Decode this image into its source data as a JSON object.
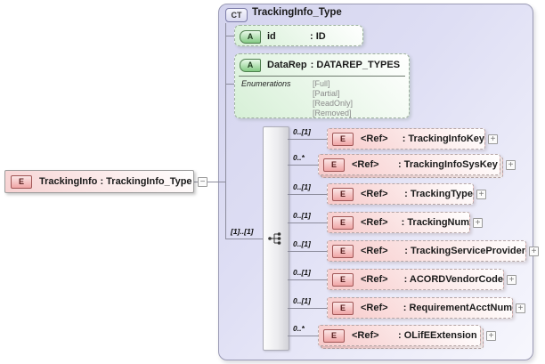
{
  "diagram": {
    "icons": {
      "collapse": "−",
      "expand": "+",
      "element_badge": "E",
      "attribute_badge": "A",
      "complex_type_badge": "CT"
    },
    "colors": {
      "panel_lavender": "#d4d4ee",
      "element_pink": "#f7caca",
      "attribute_green": "#d7f0d7",
      "element_badge_border": "#a05656",
      "attribute_badge_border": "#4e7e4e"
    },
    "root_element": {
      "label": "TrackingInfo : TrackingInfo_Type"
    },
    "complex_type": {
      "title": "TrackingInfo_Type",
      "attributes": [
        {
          "name": "id",
          "type_label": ": ID"
        },
        {
          "name": "DataRep",
          "type_label": ": DATAREP_TYPES",
          "enum_label": "Enumerations",
          "enumerations": [
            "[Full]",
            "[Partial]",
            "[ReadOnly]",
            "[Removed]"
          ]
        }
      ],
      "content_model": {
        "kind": "sequence",
        "cardinality": "[1]..[1]"
      },
      "elements": [
        {
          "cardinality": "0..[1]",
          "ref_label": "<Ref>",
          "type_label": ": TrackingInfoKey"
        },
        {
          "cardinality": "0..*",
          "ref_label": "<Ref>",
          "type_label": ": TrackingInfoSysKey"
        },
        {
          "cardinality": "0..[1]",
          "ref_label": "<Ref>",
          "type_label": ": TrackingType"
        },
        {
          "cardinality": "0..[1]",
          "ref_label": "<Ref>",
          "type_label": ": TrackingNum"
        },
        {
          "cardinality": "0..[1]",
          "ref_label": "<Ref>",
          "type_label": ": TrackingServiceProvider"
        },
        {
          "cardinality": "0..[1]",
          "ref_label": "<Ref>",
          "type_label": ": ACORDVendorCode"
        },
        {
          "cardinality": "0..[1]",
          "ref_label": "<Ref>",
          "type_label": ": RequirementAcctNum"
        },
        {
          "cardinality": "0..*",
          "ref_label": "<Ref>",
          "type_label": ": OLifEExtension"
        }
      ]
    }
  }
}
